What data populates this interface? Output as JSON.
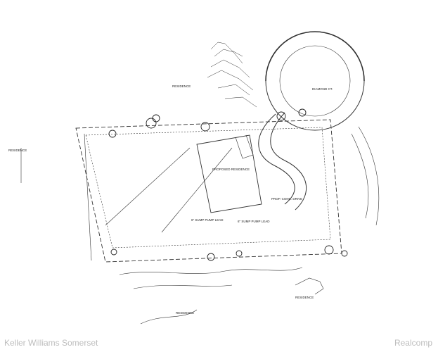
{
  "labels": {
    "street": "DIAMOND CT.",
    "residence_top": "RESIDENCE",
    "residence_left": "RESIDENCE",
    "residence_bottom": "RESIDENCE",
    "residence_right": "RESIDENCE",
    "proposed_residence": "PROPOSED RESIDENCE",
    "prop_conc_drive": "PROP. CONC. DRIVE",
    "sump_pump_lead_left": "6\" SUMP PUMP LEAD",
    "sump_pump_lead_right": "6\" SUMP PUMP LEAD"
  },
  "watermark": {
    "left": "Keller Williams Somerset",
    "right": "Realcomp"
  }
}
